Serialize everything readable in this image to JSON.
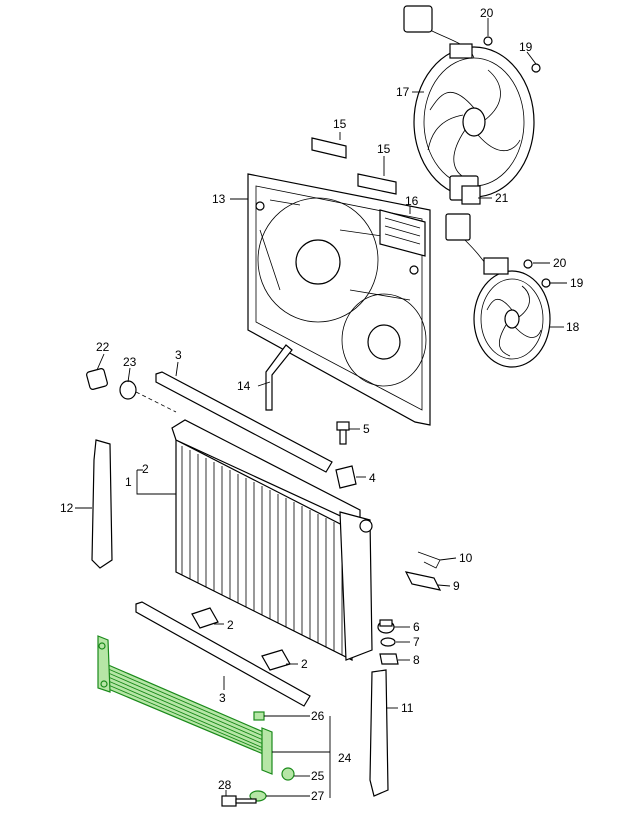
{
  "callouts": [
    {
      "id": "20a",
      "text": "20"
    },
    {
      "id": "19a",
      "text": "19"
    },
    {
      "id": "17",
      "text": "17"
    },
    {
      "id": "15a",
      "text": "15"
    },
    {
      "id": "15b",
      "text": "15"
    },
    {
      "id": "13",
      "text": "13"
    },
    {
      "id": "16",
      "text": "16"
    },
    {
      "id": "21",
      "text": "21"
    },
    {
      "id": "20b",
      "text": "20"
    },
    {
      "id": "19b",
      "text": "19"
    },
    {
      "id": "18",
      "text": "18"
    },
    {
      "id": "22",
      "text": "22"
    },
    {
      "id": "23",
      "text": "23"
    },
    {
      "id": "3a",
      "text": "3"
    },
    {
      "id": "14",
      "text": "14"
    },
    {
      "id": "5",
      "text": "5"
    },
    {
      "id": "4",
      "text": "4"
    },
    {
      "id": "1",
      "text": "1"
    },
    {
      "id": "2a",
      "text": "2"
    },
    {
      "id": "12",
      "text": "12"
    },
    {
      "id": "10",
      "text": "10"
    },
    {
      "id": "9",
      "text": "9"
    },
    {
      "id": "6",
      "text": "6"
    },
    {
      "id": "7",
      "text": "7"
    },
    {
      "id": "8",
      "text": "8"
    },
    {
      "id": "2b",
      "text": "2"
    },
    {
      "id": "2c",
      "text": "2"
    },
    {
      "id": "3b",
      "text": "3"
    },
    {
      "id": "11",
      "text": "11"
    },
    {
      "id": "26",
      "text": "26"
    },
    {
      "id": "24",
      "text": "24"
    },
    {
      "id": "25",
      "text": "25"
    },
    {
      "id": "27",
      "text": "27"
    },
    {
      "id": "28",
      "text": "28"
    }
  ],
  "colors": {
    "highlight_fill": "#b6e6a6",
    "highlight_stroke": "#1a8a1a",
    "line": "#000000"
  }
}
